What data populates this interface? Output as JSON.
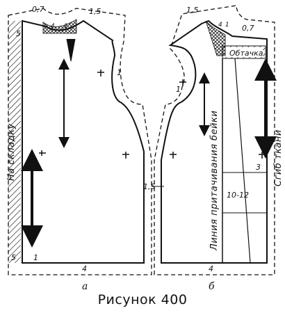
{
  "caption": "Рисунок 400",
  "panel_a": {
    "label": "а",
    "fold_text": "На складку",
    "allowances": {
      "neck": "0,7",
      "shoulder": "1,5",
      "top_left": "5",
      "dart": "4",
      "dart_b": "1",
      "armhole": "1",
      "bottom_left": "5",
      "bottom_center": "1",
      "hem": "4"
    }
  },
  "panel_b": {
    "label": "б",
    "facing_text": "Обтачка",
    "facing_line_text": "Линия притачивания бейки",
    "fold_text": "Сгиб ткани",
    "allowances": {
      "shoulder": "1,5",
      "neck": "0,7",
      "dart": "4",
      "dart_b": "1",
      "armhole": "1",
      "side_right": "3",
      "width": "10-12",
      "hem": "4"
    }
  },
  "side_seam": "1,5"
}
